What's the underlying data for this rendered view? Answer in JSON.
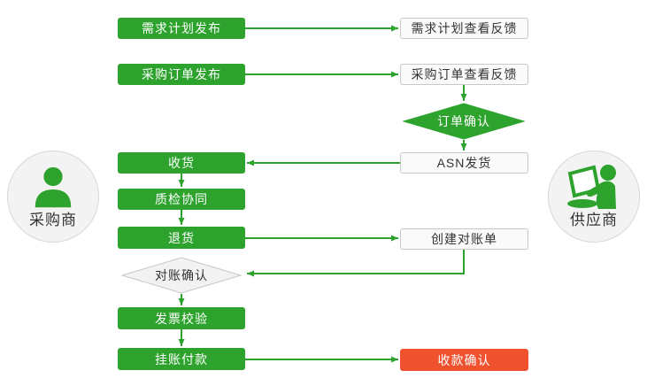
{
  "colors": {
    "green": "#2DA32D",
    "red": "#F0512F",
    "text-dark": "#333333",
    "text-light": "#FFFFFF",
    "neutral-fill": "#FAFAFA",
    "neutral-border": "#C8C8C8",
    "actor-fill": "#F3F3F3",
    "actor-border": "#D8D8D8"
  },
  "actors": {
    "buyer": {
      "label": "采购商",
      "icon": "person-icon"
    },
    "supplier": {
      "label": "供应商",
      "icon": "person-laptop-icon"
    }
  },
  "nodes": {
    "demand_plan_publish": {
      "label": "需求计划发布"
    },
    "demand_plan_view": {
      "label": "需求计划查看反馈"
    },
    "po_publish": {
      "label": "采购订单发布"
    },
    "po_view": {
      "label": "采购订单查看反馈"
    },
    "order_confirm": {
      "label": "订单确认"
    },
    "asn_ship": {
      "label": "ASN发货"
    },
    "receive": {
      "label": "收货"
    },
    "quality_collab": {
      "label": "质检协同"
    },
    "return_goods": {
      "label": "退货"
    },
    "create_statement": {
      "label": "创建对账单"
    },
    "statement_confirm": {
      "label": "对账确认"
    },
    "invoice_verify": {
      "label": "发票校验"
    },
    "book_payment": {
      "label": "挂账付款"
    },
    "receipt_confirm": {
      "label": "收款确认"
    }
  }
}
